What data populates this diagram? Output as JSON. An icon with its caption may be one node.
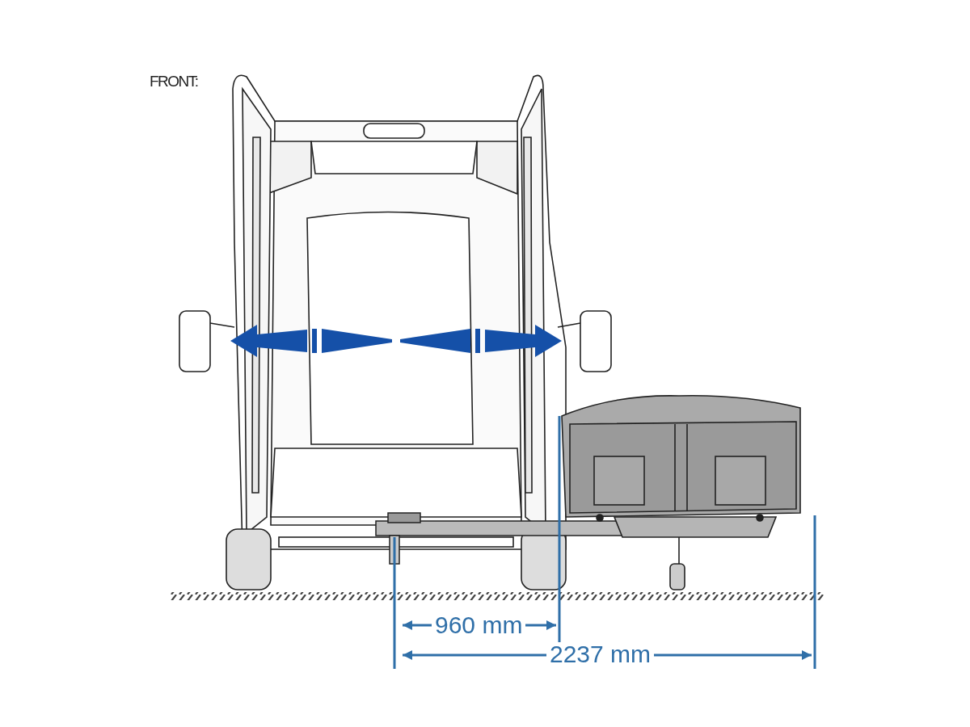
{
  "diagram": {
    "labels": [
      "FRONT:",
      "960 mm",
      "2237 mm"
    ]
  }
}
